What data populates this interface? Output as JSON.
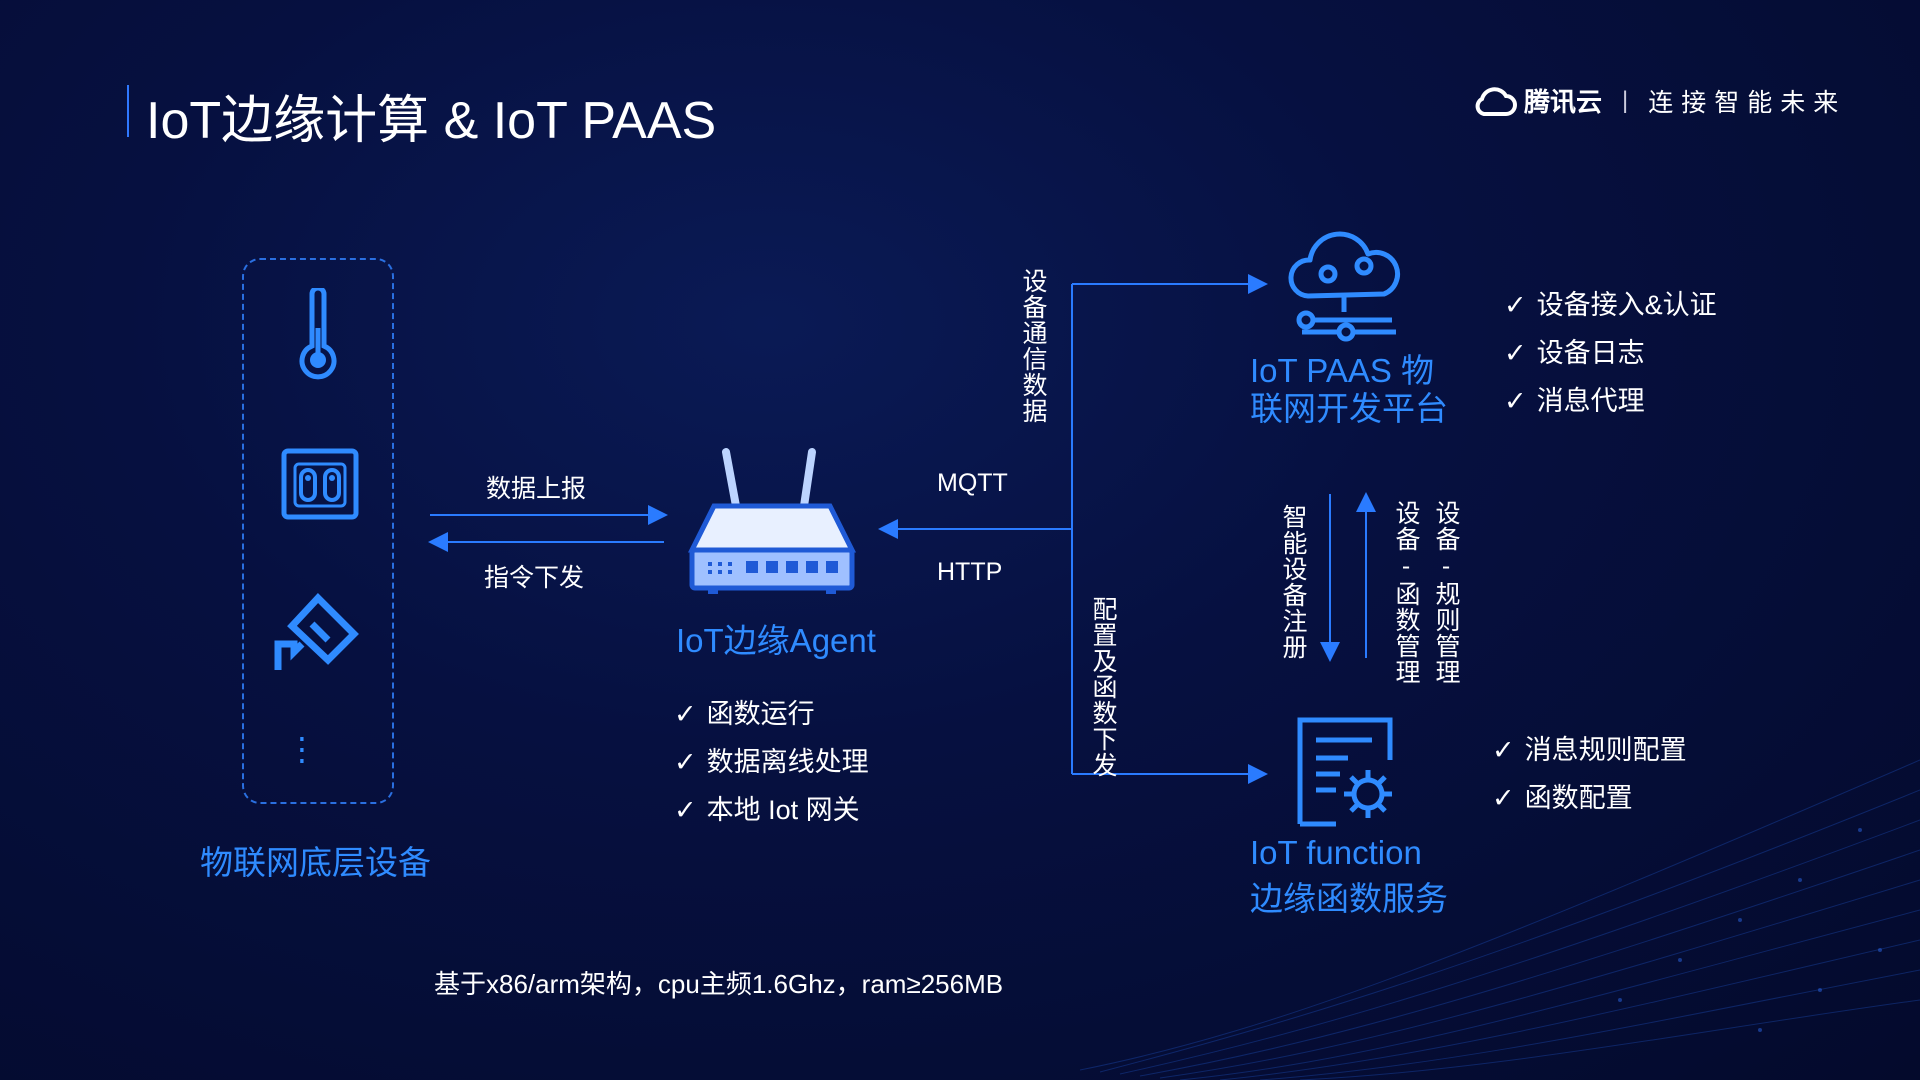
{
  "title": "IoT边缘计算 & IoT PAAS",
  "brand": {
    "logo_text": "腾讯云",
    "separator": "|",
    "slogan": "连接智能未来"
  },
  "devices": {
    "label": "物联网底层设备",
    "icons": [
      "thermometer-icon",
      "switch-icon",
      "camera-icon"
    ],
    "more": "⋮"
  },
  "left_arrows": {
    "up": "数据上报",
    "down": "指令下发"
  },
  "agent": {
    "label": "IoT边缘Agent",
    "features": [
      "函数运行",
      "数据离线处理",
      "本地 Iot 网关"
    ],
    "protocol_top": "MQTT",
    "protocol_bottom": "HTTP"
  },
  "vertical_labels": {
    "comm_data": "设备通信数据",
    "config_deploy": "配置及函数下发",
    "smart_register": "智能设备注册",
    "func_manage": "设备-函数管理",
    "rule_manage": "设备-规则管理"
  },
  "paas": {
    "label_line1": "IoT PAAS 物",
    "label_line2": "联网开发平台",
    "features": [
      "设备接入&认证",
      "设备日志",
      "消息代理"
    ]
  },
  "function": {
    "label_line1": "IoT function",
    "label_line2": "边缘函数服务",
    "features": [
      "消息规则配置",
      "函数配置"
    ]
  },
  "footer_note": "基于x86/arm架构，cpu主频1.6Ghz，ram≥256MB",
  "colors": {
    "accent": "#2f8bff",
    "background": "#061040",
    "line": "#2a7bff"
  }
}
